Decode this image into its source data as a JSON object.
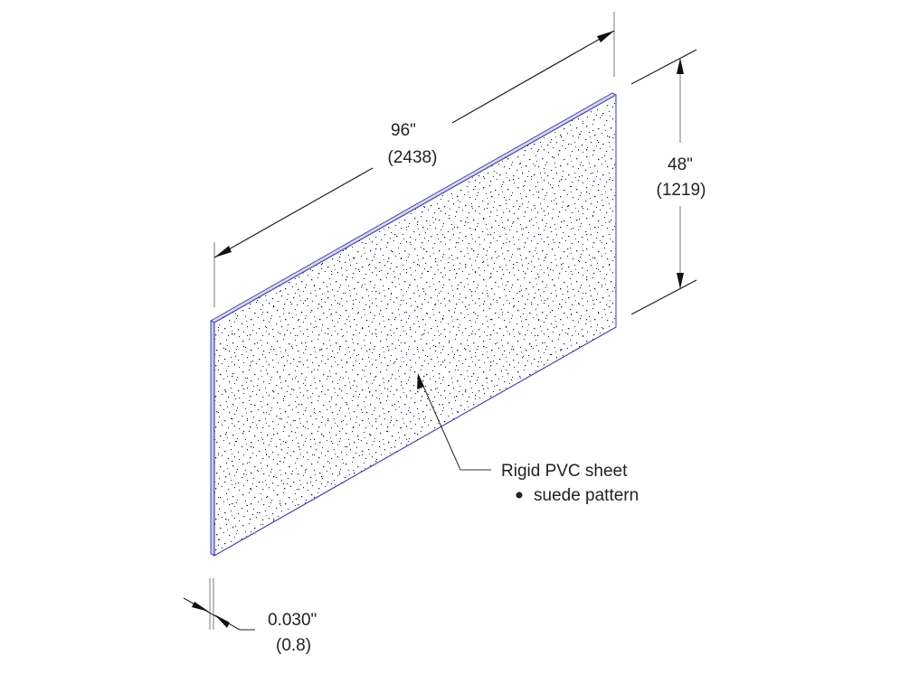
{
  "drawing": {
    "type": "isometric product drawing",
    "subject": "Rigid PVC sheet panel"
  },
  "dimensions": {
    "length": {
      "imperial": "96\"",
      "metric": "(2438)"
    },
    "height": {
      "imperial": "48\"",
      "metric": "(1219)"
    },
    "thickness": {
      "imperial": "0.030\"",
      "metric": "(0.8)"
    }
  },
  "callout": {
    "title": "Rigid PVC sheet",
    "bullets": [
      "suede pattern"
    ],
    "bullet_icon": "filled-circle-bullet"
  },
  "colors": {
    "panel_edge": "#4a4aa8",
    "panel_edge_light": "#b8b8e0",
    "stipple": "#1a1a3a",
    "dimension_line": "#222222",
    "extension_line": "#999999",
    "text": "#222222"
  }
}
